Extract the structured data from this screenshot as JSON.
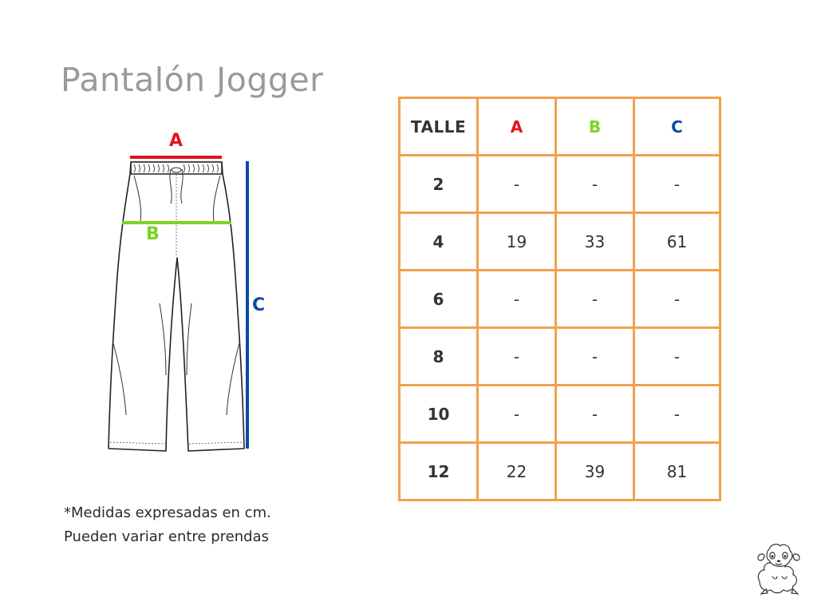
{
  "title": "Pantalón Jogger",
  "diagram": {
    "label_a": "A",
    "label_b": "B",
    "label_c": "C",
    "colors": {
      "a": "#e3121a",
      "b": "#7ed321",
      "c": "#0b4aa6",
      "outline": "#222222"
    }
  },
  "table": {
    "header": {
      "talle": "TALLE",
      "a": "A",
      "b": "B",
      "c": "C"
    },
    "rows": [
      {
        "size": "2",
        "a": "-",
        "b": "-",
        "c": "-"
      },
      {
        "size": "4",
        "a": "19",
        "b": "33",
        "c": "61"
      },
      {
        "size": "6",
        "a": "-",
        "b": "-",
        "c": "-"
      },
      {
        "size": "8",
        "a": "-",
        "b": "-",
        "c": "-"
      },
      {
        "size": "10",
        "a": "-",
        "b": "-",
        "c": "-"
      },
      {
        "size": "12",
        "a": "22",
        "b": "39",
        "c": "81"
      }
    ],
    "border_color": "#f2a14b"
  },
  "note": {
    "line1": "*Medidas expresadas en cm.",
    "line2": "Pueden variar entre prendas"
  },
  "logo": {
    "icon": "sheep-icon"
  }
}
